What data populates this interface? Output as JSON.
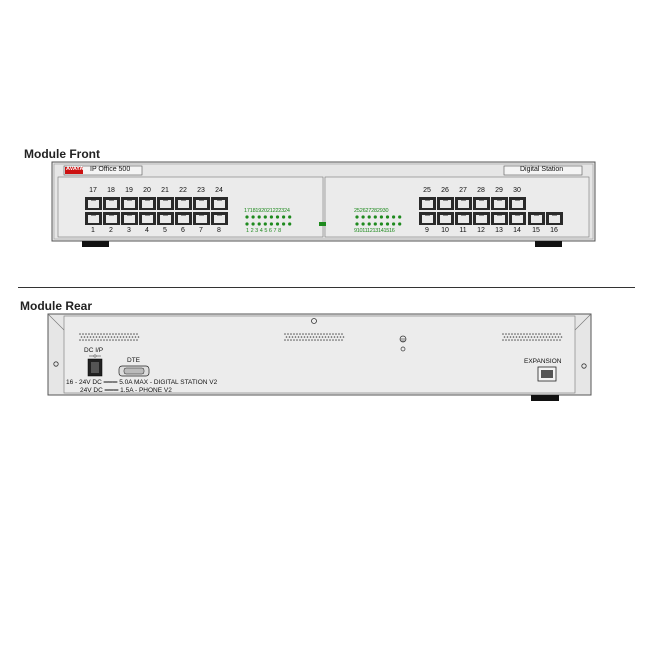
{
  "sections": {
    "front_title": "Module Front",
    "rear_title": "Module Rear"
  },
  "front": {
    "brand_logo": "AVAYA",
    "model": "IP Office 500",
    "module_name": "Digital Station",
    "upper_port_numbers": [
      "17",
      "18",
      "19",
      "20",
      "21",
      "22",
      "23",
      "24"
    ],
    "lower_port_numbers": [
      "1",
      "2",
      "3",
      "4",
      "5",
      "6",
      "7",
      "8"
    ],
    "right_upper_port_numbers": [
      "25",
      "26",
      "27",
      "28",
      "29",
      "30"
    ],
    "right_lower_port_numbers": [
      "9",
      "10",
      "11",
      "12",
      "13",
      "14",
      "15",
      "16"
    ],
    "led_left_upper": "1718192021222324",
    "led_left_lower": "1 2 3 4 5 6 7 8",
    "led_right_upper": "252627282930",
    "led_right_lower": "910111213141516"
  },
  "rear": {
    "dc_label": "DC I/P",
    "dte_label": "DTE",
    "expansion_label": "EXPANSION",
    "power_line_1": "16 - 24V DC ═══ 5.0A MAX - DIGITAL STATION V2",
    "power_line_2": "24V DC ═══ 1.5A - PHONE V2"
  },
  "colors": {
    "chassis": "#e4e4e4",
    "chassis_border": "#555555",
    "led_green": "#1e8a1e",
    "logo_red": "#cc1111"
  }
}
